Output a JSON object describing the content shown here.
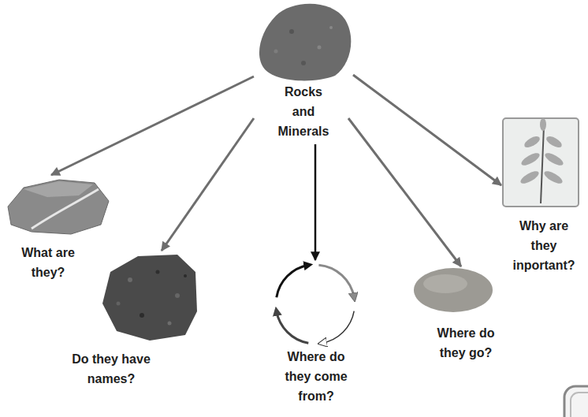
{
  "diagram": {
    "nodes": [
      {
        "text": [
          "Rocks and Minerals"
        ]
      },
      {
        "text": [
          "What are they?"
        ]
      },
      {
        "text": [
          "Do they have names?"
        ]
      },
      {
        "text": [
          "Where do they come from?"
        ]
      },
      {
        "text": [
          "Where do they go?"
        ]
      },
      {
        "text": [
          "Why are they inportant?"
        ]
      }
    ],
    "edges": [
      {
        "from": 0,
        "to": 1,
        "arrow": "to"
      },
      {
        "from": 0,
        "to": 2,
        "arrow": "to"
      },
      {
        "from": 0,
        "to": 3,
        "arrow": "to"
      },
      {
        "from": 0,
        "to": 4,
        "arrow": "to"
      },
      {
        "from": 0,
        "to": 5,
        "arrow": "to"
      }
    ]
  }
}
